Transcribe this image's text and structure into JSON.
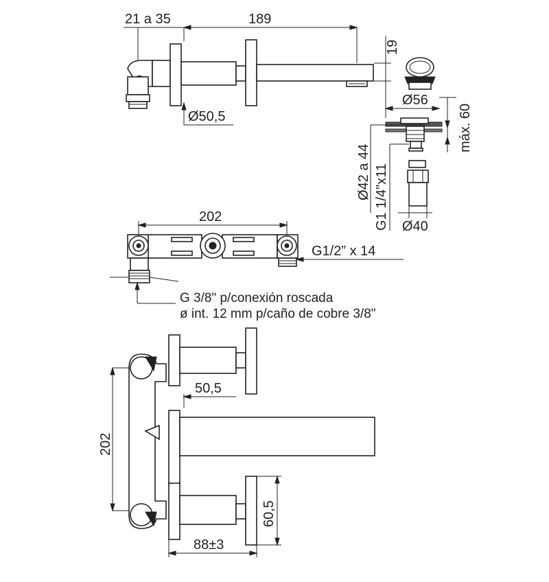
{
  "dimensions": {
    "wall_range": "21 a 35",
    "spout_length": "189",
    "spout_drop": "19",
    "plate_dia": "Ø50,5",
    "drain_dia": "Ø56",
    "max_thickness": "máx. 60",
    "hole_dia": "Ø42 a 44",
    "thread": "G1 1/4\"x11",
    "waste_dia": "Ø40",
    "valve_spacing": "202",
    "connection_thread": "G1/2” x 14",
    "front_height": "202",
    "plate_offset": "50,5",
    "handle_offset": "60,5",
    "depth": "88±3"
  },
  "notes": {
    "line1": "G 3/8\" p/conexión roscada",
    "line2": "ø int. 12 mm p/caño de cobre 3/8\""
  }
}
